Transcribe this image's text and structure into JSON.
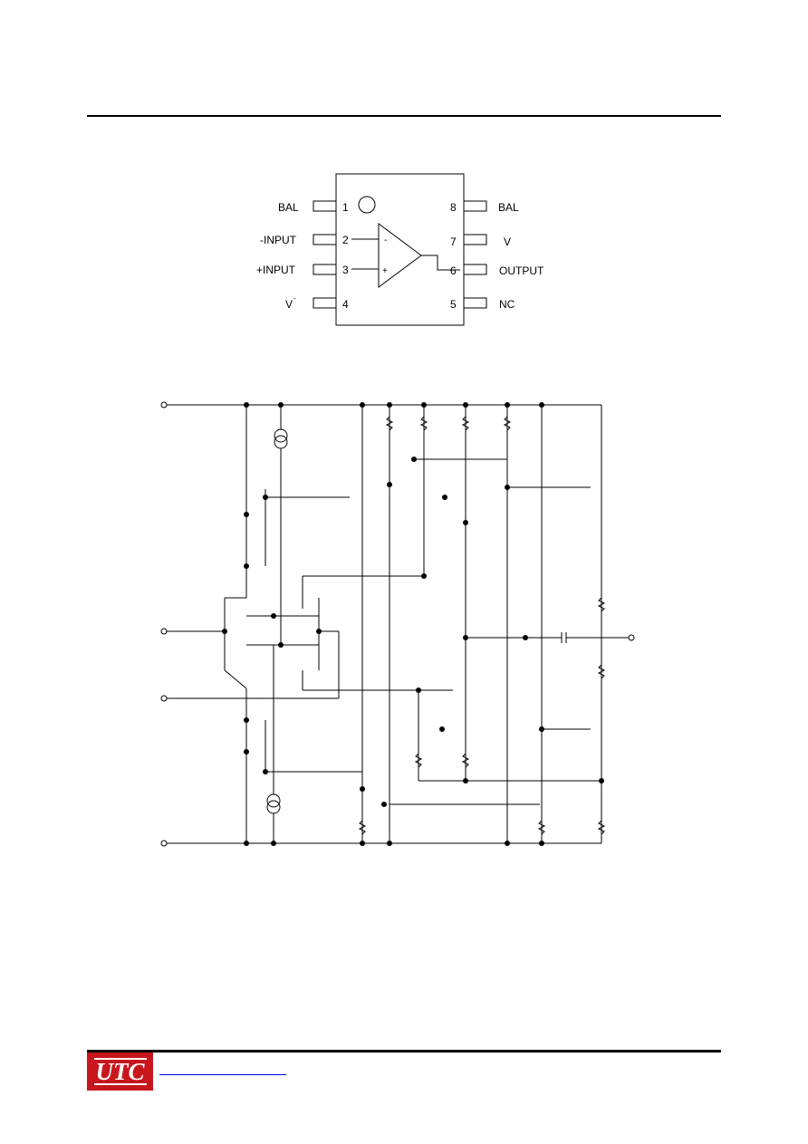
{
  "pinout": {
    "left_pins": [
      {
        "num": "1",
        "label": "BAL"
      },
      {
        "num": "2",
        "label": "-INPUT"
      },
      {
        "num": "3",
        "label": "+INPUT"
      },
      {
        "num": "4",
        "label": "V"
      }
    ],
    "right_pins": [
      {
        "num": "8",
        "label": "BAL"
      },
      {
        "num": "7",
        "label": "V"
      },
      {
        "num": "6",
        "label": "OUTPUT"
      },
      {
        "num": "5",
        "label": "NC"
      }
    ],
    "v_minus_superscript": "-",
    "opamp_minus": "-",
    "opamp_plus": "+"
  },
  "footer": {
    "logo_text": "UTC",
    "link_text": ""
  }
}
